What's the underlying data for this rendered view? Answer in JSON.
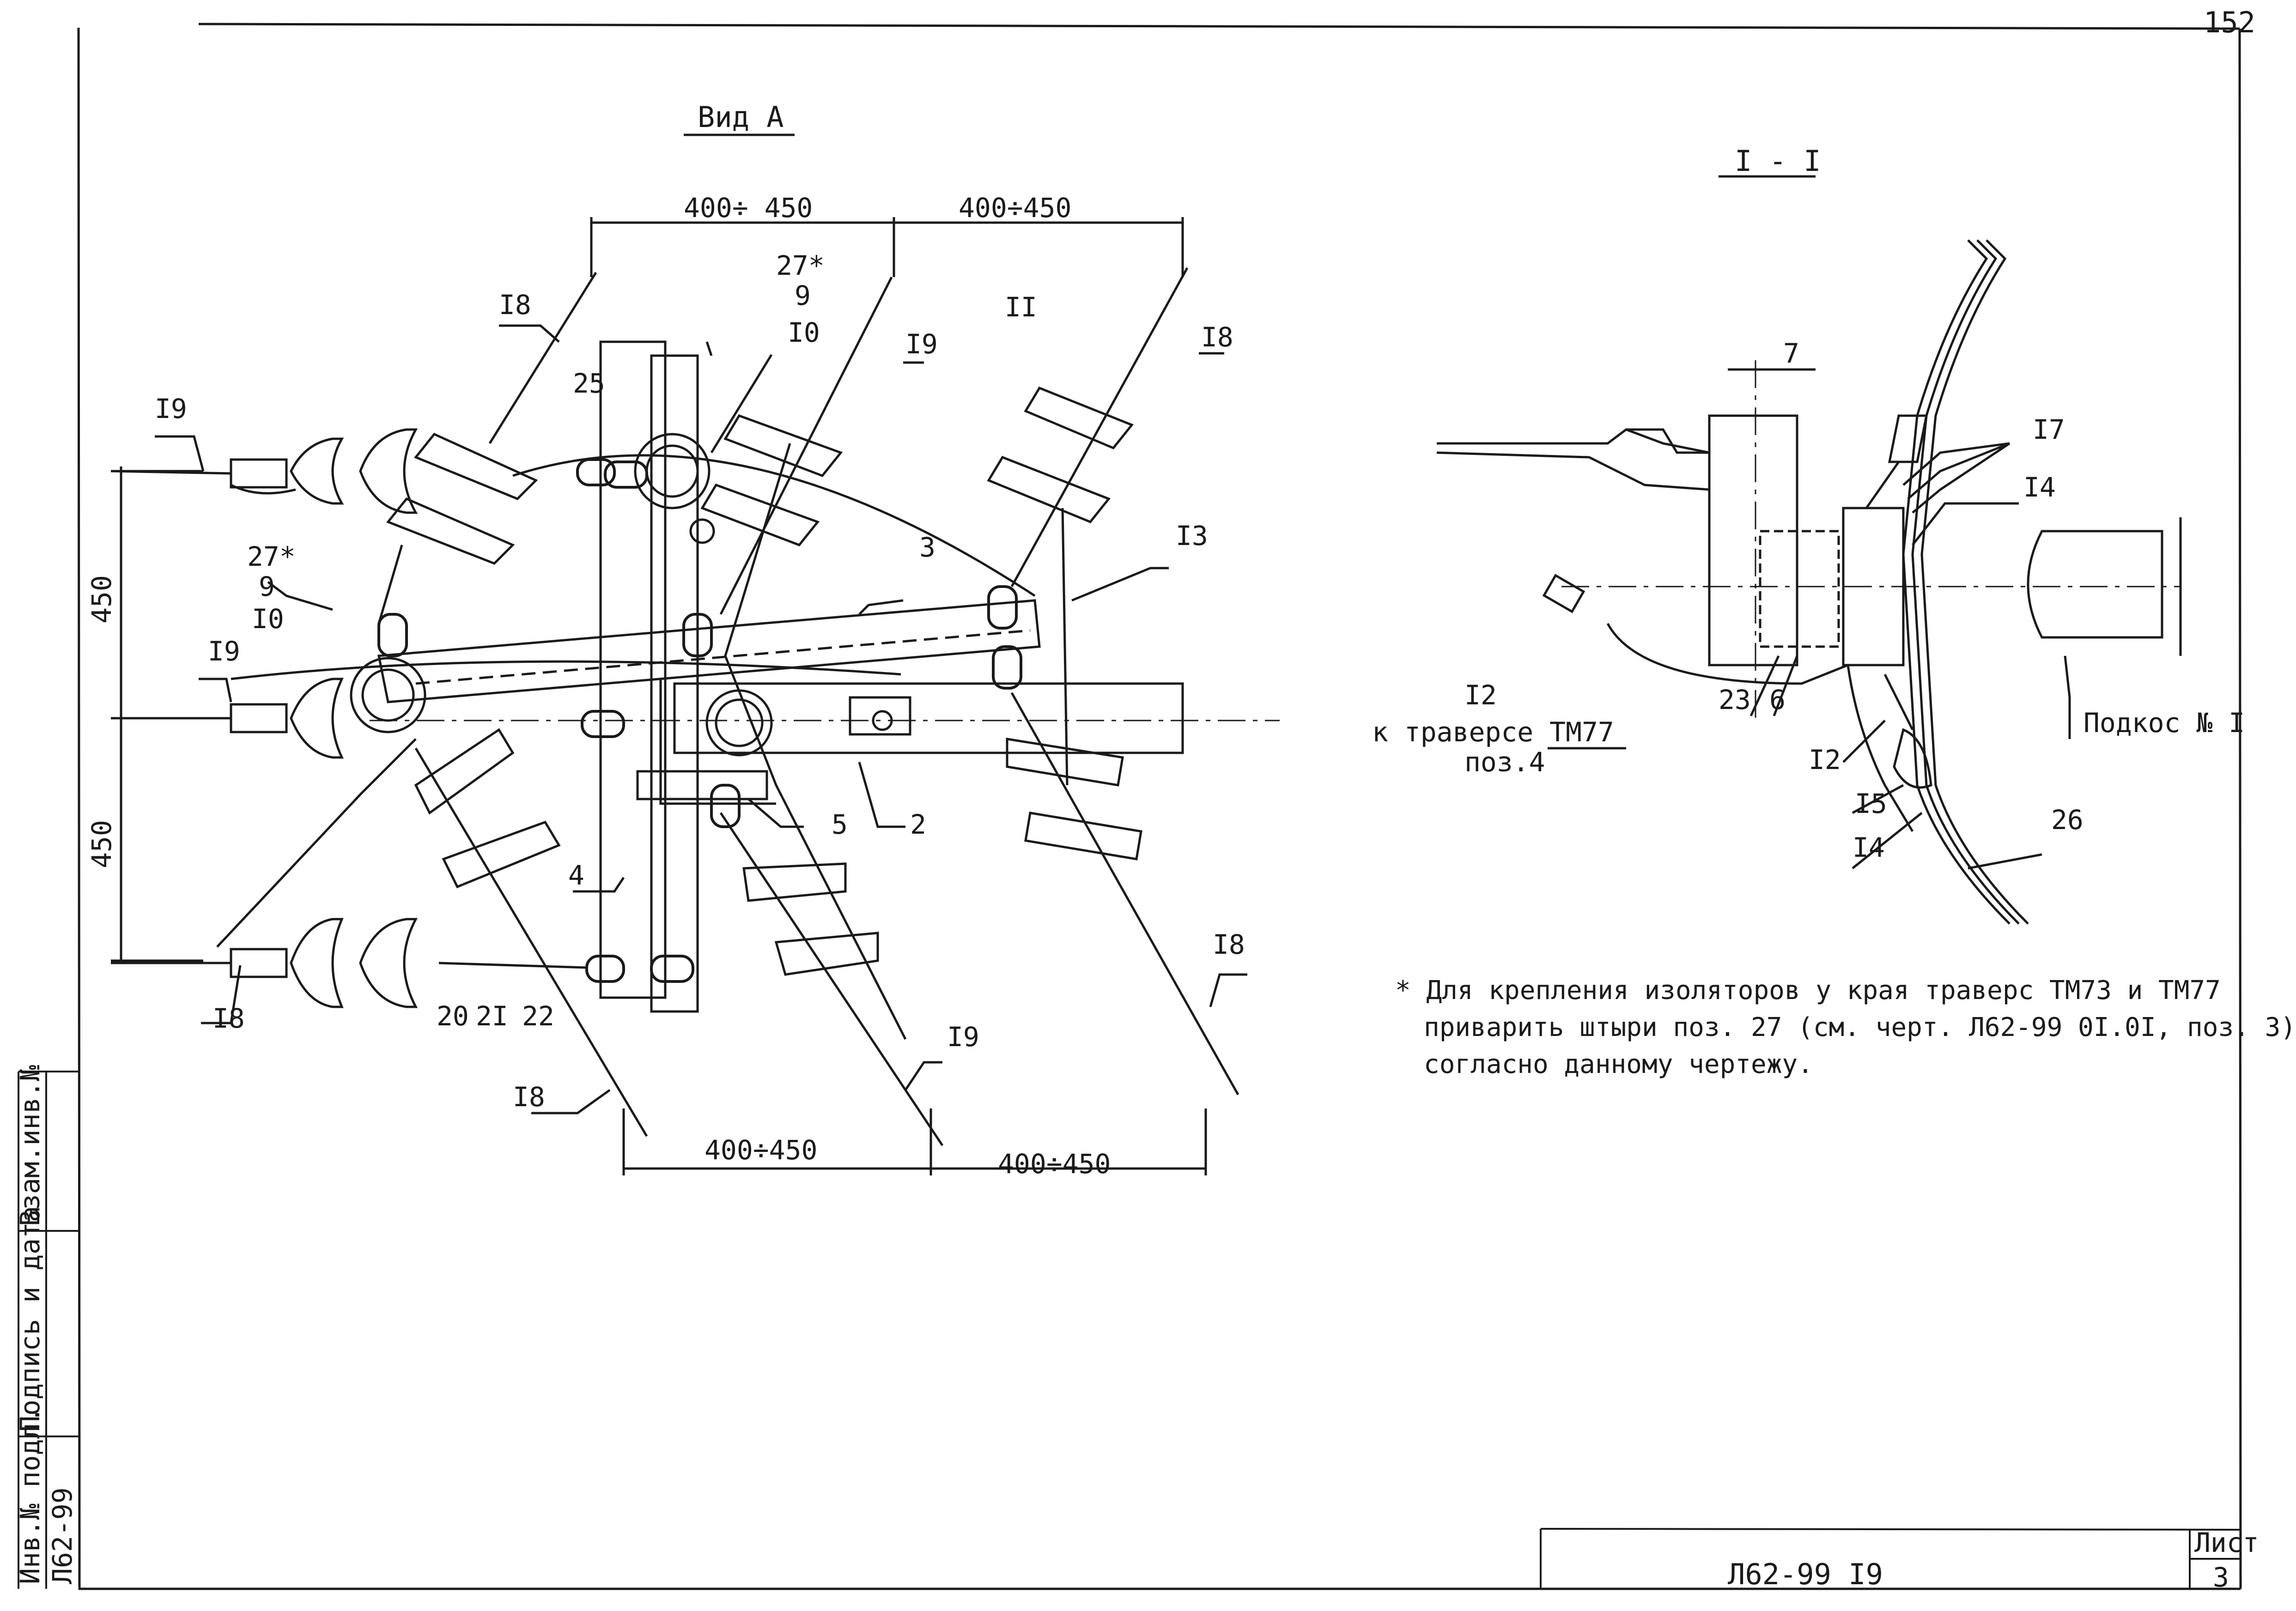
{
  "sheet": {
    "page_number_top": "152",
    "doc_code": "Л62-99 I9",
    "sheet_label": "Лист",
    "sheet_number": "3"
  },
  "side_stamp": {
    "inv_no": "Инв.№ подл.",
    "signature_date": "Подпись и дата",
    "replace_inv": "Взам.инв.№",
    "code": "Л62-99"
  },
  "view_a": {
    "title": "Вид А",
    "dim_top_left": "400÷ 450",
    "dim_top_right": "400÷450",
    "dim_bottom_left": "400÷450",
    "dim_bottom_right": "400÷450",
    "dim_left_upper": "450",
    "dim_left_lower": "450",
    "labels": {
      "p18_top": "I8",
      "p27_top": "27*",
      "p9_top": "9",
      "p10_top": "I0",
      "p19_top": "I9",
      "p11": "II",
      "p18_tr": "I8",
      "p19_left": "I9",
      "p25": "25",
      "p3": "3",
      "p13": "I3",
      "p27_mid": "27*",
      "p9_mid": "9",
      "p10_mid": "I0",
      "p19_mid": "I9",
      "p5": "5",
      "p2": "2",
      "p4": "4",
      "p18_bl": "I8",
      "p20": "20",
      "p21": "2I",
      "p22": "22",
      "p18_bottom": "I8",
      "p19_bottom": "I9",
      "p18_br": "I8"
    }
  },
  "section_1_1": {
    "title": "I - I",
    "labels": {
      "p7": "7",
      "p17": "I7",
      "p14_top": "I4",
      "p12_left": "I2",
      "to_traverse": "к траверсе ТМ77",
      "pos4": "поз.4",
      "p23": "23",
      "p6": "6",
      "p12_bottom": "I2",
      "p15": "I5",
      "p14_bottom": "I4",
      "p26": "26",
      "brace": "Подкос № I"
    }
  },
  "note": {
    "line1": "* Для крепления изоляторов у края траверс ТМ73 и ТМ77",
    "line2": "приварить штыри поз. 27 (см. черт. Л62-99 0I.0I, поз. 3)",
    "line3": "согласно данному чертежу."
  }
}
